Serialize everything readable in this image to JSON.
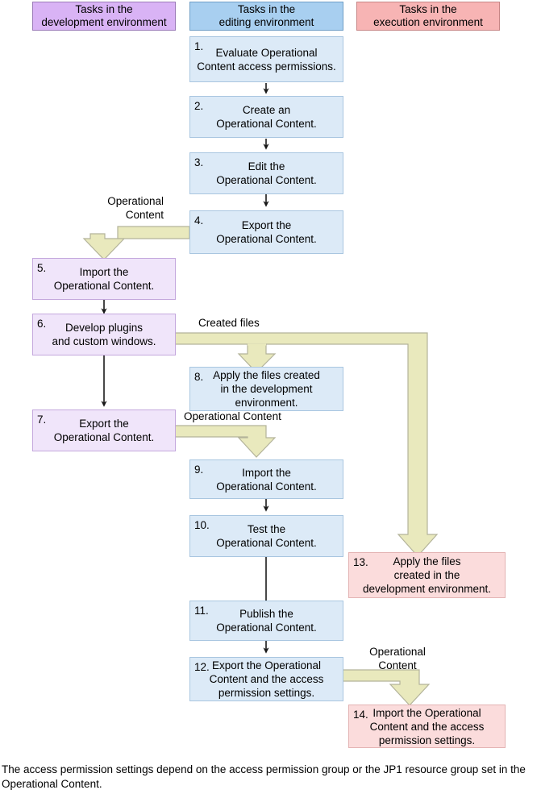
{
  "headers": [
    {
      "id": "development",
      "label": "Tasks in the\ndevelopment environment",
      "color": "#d9b3f5"
    },
    {
      "id": "editing",
      "label": "Tasks in the\nediting environment",
      "color": "#a8cff0"
    },
    {
      "id": "execution",
      "label": "Tasks in the\nexecution environment",
      "color": "#f7b4b4"
    }
  ],
  "nodes": [
    {
      "id": "1",
      "num": "1.",
      "text": "Evaluate Operational\nContent access permissions.",
      "lane": "editing"
    },
    {
      "id": "2",
      "num": "2.",
      "text": "Create an\nOperational Content.",
      "lane": "editing"
    },
    {
      "id": "3",
      "num": "3.",
      "text": "Edit the\nOperational Content.",
      "lane": "editing"
    },
    {
      "id": "4",
      "num": "4.",
      "text": "Export the\nOperational Content.",
      "lane": "editing"
    },
    {
      "id": "5",
      "num": "5.",
      "text": "Import the\nOperational Content.",
      "lane": "development"
    },
    {
      "id": "6",
      "num": "6.",
      "text": "Develop plugins\nand custom windows.",
      "lane": "development"
    },
    {
      "id": "7",
      "num": "7.",
      "text": "Export the\nOperational Content.",
      "lane": "development"
    },
    {
      "id": "8",
      "num": "8.",
      "text": "Apply the files created\nin the development\nenvironment.",
      "lane": "editing"
    },
    {
      "id": "9",
      "num": "9.",
      "text": "Import the\nOperational Content.",
      "lane": "editing"
    },
    {
      "id": "10",
      "num": "10.",
      "text": "Test the\nOperational Content.",
      "lane": "editing"
    },
    {
      "id": "11",
      "num": "11.",
      "text": "Publish the\nOperational Content.",
      "lane": "editing"
    },
    {
      "id": "12",
      "num": "12.",
      "text": "Export the Operational\nContent and the access\npermission settings.",
      "lane": "editing"
    },
    {
      "id": "13",
      "num": "13.",
      "text": "Apply the files\ncreated in the\ndevelopment environment.",
      "lane": "execution"
    },
    {
      "id": "14",
      "num": "14.",
      "text": "Import the Operational\nContent and the access\npermission settings.",
      "lane": "execution"
    }
  ],
  "flow_labels": [
    {
      "id": "op-content-4to5",
      "text": "Operational\nContent"
    },
    {
      "id": "created-files-6",
      "text": "Created files"
    },
    {
      "id": "op-content-7to9",
      "text": "Operational Content"
    },
    {
      "id": "op-content-12to14",
      "text": "Operational\nContent"
    }
  ],
  "footnote": "The access permission settings depend on the access permission group or the JP1 resource group set in the Operational Content.",
  "colors": {
    "header_purple": "#d9b3f5",
    "header_blue": "#a8cff0",
    "header_pink": "#f7b4b4",
    "box_blue": "#dceaf7",
    "box_purple": "#f0e5fa",
    "box_pink": "#fbdcdc",
    "block_arrow_fill": "#e9e9bd",
    "block_arrow_stroke": "#b3b39a",
    "thin_arrow": "#1a1a1a"
  }
}
